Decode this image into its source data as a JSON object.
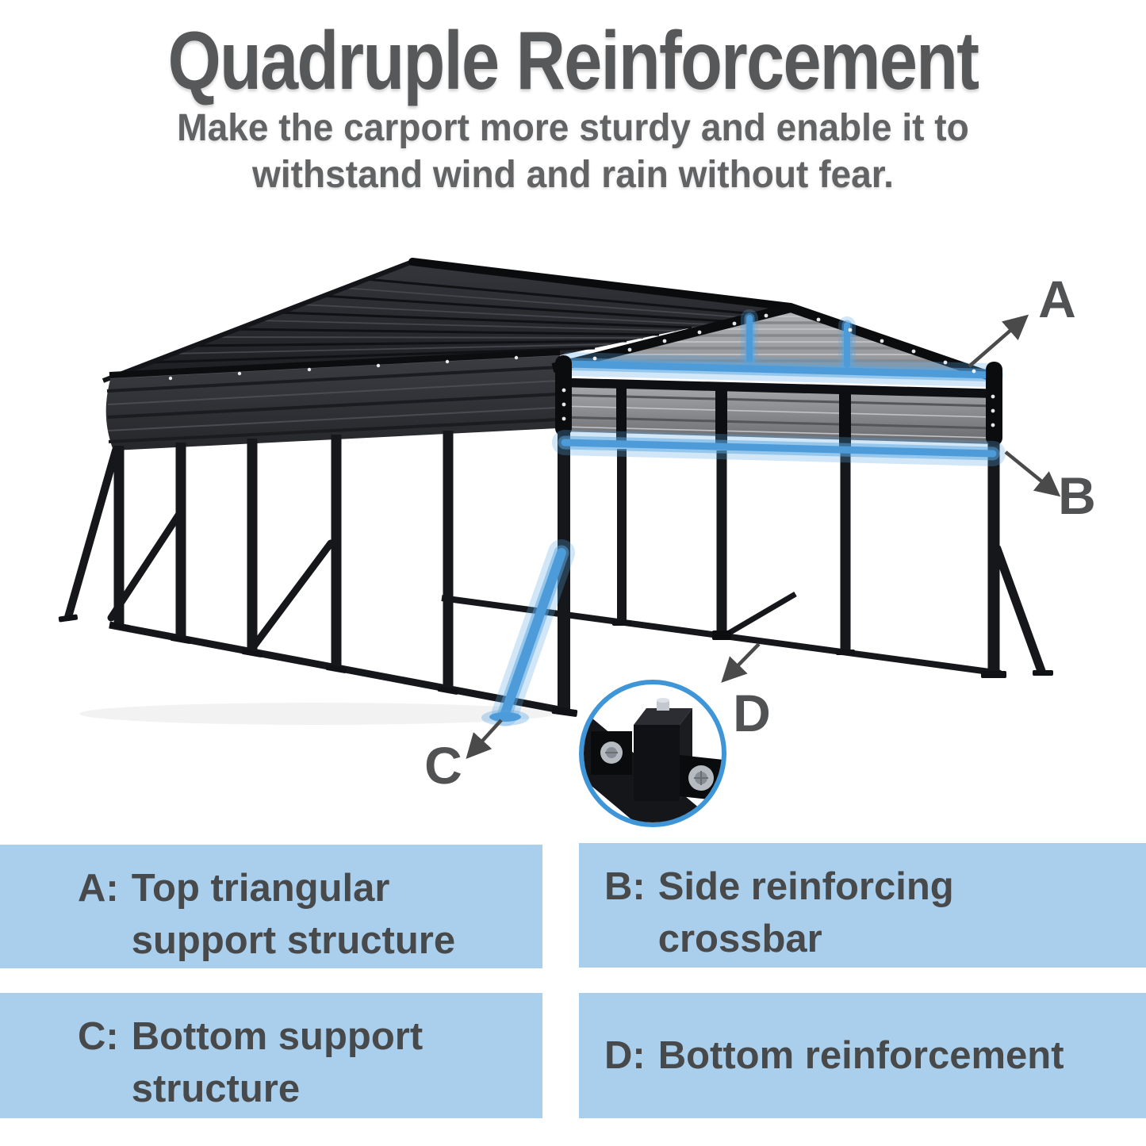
{
  "header": {
    "title": "Quadruple Reinforcement",
    "subtitle_line1": "Make the carport more sturdy and enable it to",
    "subtitle_line2": "withstand wind and rain without fear."
  },
  "callouts": {
    "a": "A",
    "b": "B",
    "c": "C",
    "d": "D"
  },
  "feature_labels": [
    {
      "prefix": "A:",
      "line1": "Top triangular",
      "line2": "support structure"
    },
    {
      "prefix": "B:",
      "line1": "Side reinforcing",
      "line2": "crossbar"
    },
    {
      "prefix": "C:",
      "line1": "Bottom support",
      "line2": "structure"
    },
    {
      "prefix": "D:",
      "line1": "Bottom reinforcement",
      "line2": ""
    }
  ],
  "colors": {
    "highlight_blue": "#4E9BD9",
    "label_box_blue": "#A9CFEC",
    "title_gray": "#57585A",
    "subtitle_gray": "#626365",
    "label_text_gray": "#48494B",
    "callout_gray": "#515254",
    "inset_ring_blue": "#3E96D8",
    "frame_black": "#16171A",
    "gable_panel_gray": "#9DA0A4"
  }
}
